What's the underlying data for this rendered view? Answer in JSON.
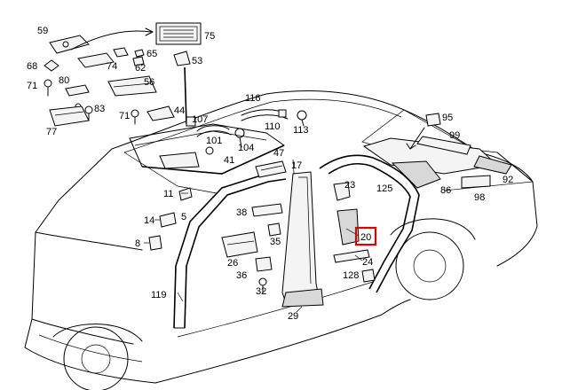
{
  "callouts": [
    {
      "id": "59",
      "label": "59"
    },
    {
      "id": "75",
      "label": "75"
    },
    {
      "id": "68",
      "label": "68"
    },
    {
      "id": "74",
      "label": "74"
    },
    {
      "id": "65",
      "label": "65"
    },
    {
      "id": "62",
      "label": "62"
    },
    {
      "id": "53",
      "label": "53"
    },
    {
      "id": "71a",
      "label": "71"
    },
    {
      "id": "80",
      "label": "80"
    },
    {
      "id": "56",
      "label": "56"
    },
    {
      "id": "83",
      "label": "83"
    },
    {
      "id": "77",
      "label": "77"
    },
    {
      "id": "71b",
      "label": "71"
    },
    {
      "id": "44",
      "label": "44"
    },
    {
      "id": "116",
      "label": "116"
    },
    {
      "id": "107",
      "label": "107"
    },
    {
      "id": "110",
      "label": "110"
    },
    {
      "id": "101",
      "label": "101"
    },
    {
      "id": "104",
      "label": "104"
    },
    {
      "id": "113",
      "label": "113"
    },
    {
      "id": "95",
      "label": "95"
    },
    {
      "id": "99",
      "label": "99"
    },
    {
      "id": "41",
      "label": "41"
    },
    {
      "id": "47",
      "label": "47"
    },
    {
      "id": "17",
      "label": "17"
    },
    {
      "id": "23",
      "label": "23"
    },
    {
      "id": "125",
      "label": "125"
    },
    {
      "id": "86",
      "label": "86"
    },
    {
      "id": "92",
      "label": "92"
    },
    {
      "id": "98",
      "label": "98"
    },
    {
      "id": "11",
      "label": "11"
    },
    {
      "id": "14",
      "label": "14"
    },
    {
      "id": "5",
      "label": "5"
    },
    {
      "id": "38",
      "label": "38"
    },
    {
      "id": "35",
      "label": "35"
    },
    {
      "id": "20",
      "label": "20"
    },
    {
      "id": "24",
      "label": "24"
    },
    {
      "id": "8",
      "label": "8"
    },
    {
      "id": "26",
      "label": "26"
    },
    {
      "id": "36",
      "label": "36"
    },
    {
      "id": "128",
      "label": "128"
    },
    {
      "id": "32",
      "label": "32"
    },
    {
      "id": "119",
      "label": "119"
    },
    {
      "id": "29",
      "label": "29"
    }
  ],
  "highlight": {
    "target": "20",
    "color": "#e00000"
  }
}
